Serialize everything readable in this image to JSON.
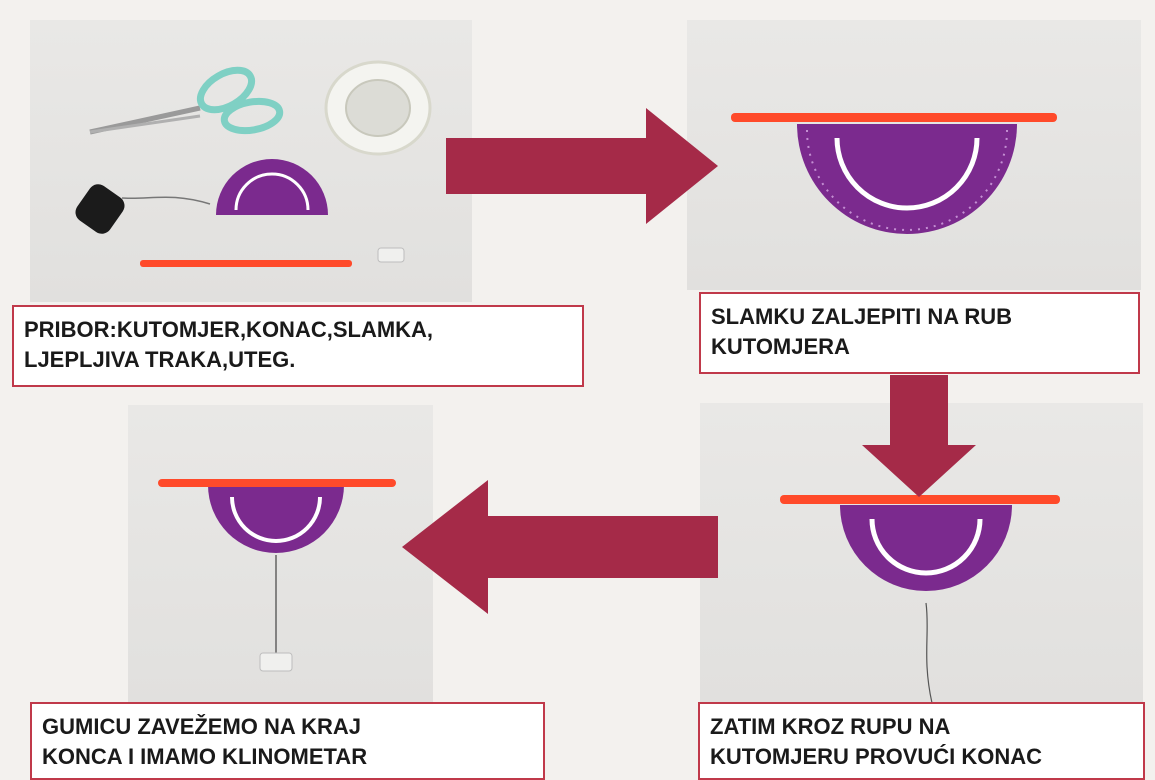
{
  "colors": {
    "arrow": "#a52a48",
    "caption_border": "#c0394a",
    "protractor": "#7b2a8e",
    "straw": "#ff4a2a"
  },
  "steps": [
    {
      "caption": "PRIBOR:KUTOMJER,KONAC,SLAMKA,\nLJEPLJIVA TRAKA,UTEG."
    },
    {
      "caption": "SLAMKU ZALJEPITI NA RUB\nKUTOMJERA"
    },
    {
      "caption": "ZATIM KROZ RUPU NA\nKUTOMJERU PROVUĆI KONAC"
    },
    {
      "caption": "GUMICU ZAVEŽEMO NA KRAJ\nKONCA I IMAMO KLINOMETAR"
    }
  ],
  "arrows": [
    {
      "direction": "right"
    },
    {
      "direction": "down"
    },
    {
      "direction": "left"
    }
  ],
  "icons": {
    "scissors": "scissors-icon",
    "tape": "tape-roll-icon",
    "thread": "thread-spool-icon",
    "protractor": "protractor-icon",
    "straw": "straw-icon",
    "weight": "eraser-weight-icon"
  }
}
